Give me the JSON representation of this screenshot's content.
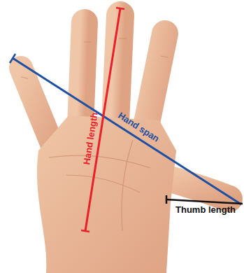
{
  "diagram": {
    "labels": [
      "Hand span",
      "Hand length",
      "Thumb length"
    ]
  }
}
